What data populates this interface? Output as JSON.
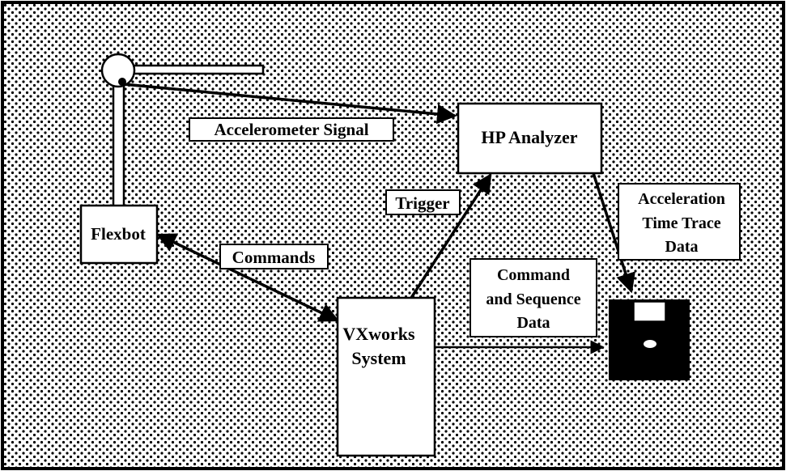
{
  "diagram": {
    "nodes": {
      "hp_analyzer": "HP Analyzer",
      "flexbot": "Flexbot",
      "vxworks": [
        "VXworks",
        "System"
      ]
    },
    "edge_labels": {
      "accelerometer_signal": "Accelerometer Signal",
      "trigger": "Trigger",
      "commands": "Commands",
      "acceleration_data": [
        "Acceleration",
        "Time Trace",
        "Data"
      ],
      "command_sequence_data": [
        "Command",
        "and Sequence",
        "Data"
      ]
    },
    "icons": {
      "storage": "floppy-disk-icon",
      "robot_arm": "flexbot-arm-icon"
    },
    "colors": {
      "stipple_fg": "#000000",
      "stipple_bg": "#ffffff",
      "box_fill": "#ffffff",
      "line": "#000000"
    }
  }
}
